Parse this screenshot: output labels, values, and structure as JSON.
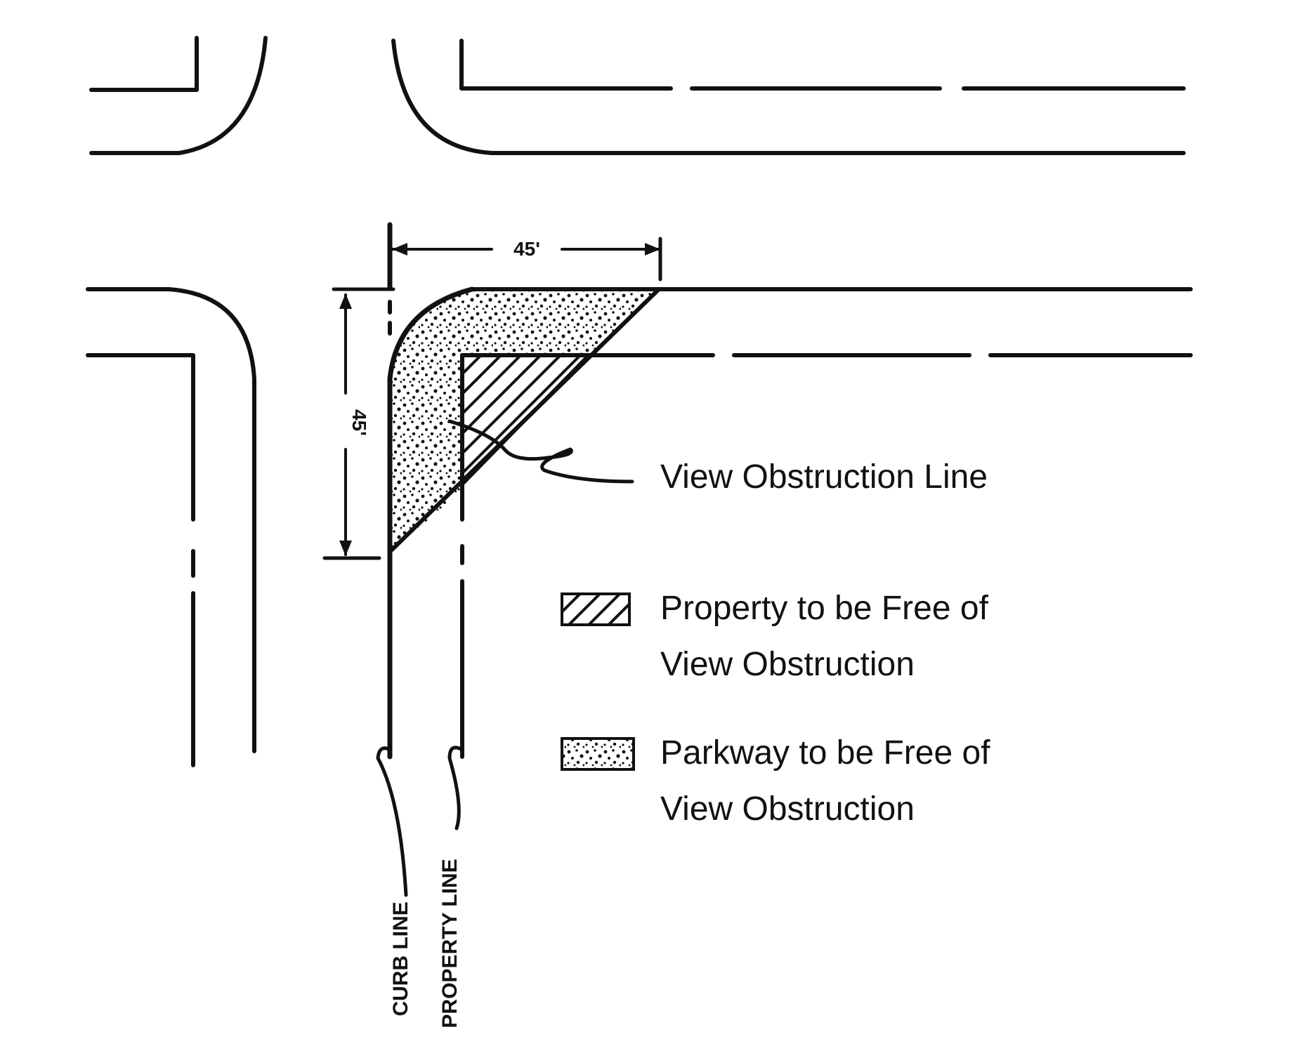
{
  "labels": {
    "view_obstruction_line": "View Obstruction Line",
    "dimension_horizontal": "45'",
    "dimension_vertical": "45'",
    "curb_line": "CURB LINE",
    "property_line": "PROPERTY LINE"
  },
  "legend": {
    "property": {
      "line1": "Property to be Free of",
      "line2": "View Obstruction"
    },
    "parkway": {
      "line1": "Parkway to be Free of",
      "line2": "View Obstruction"
    }
  }
}
